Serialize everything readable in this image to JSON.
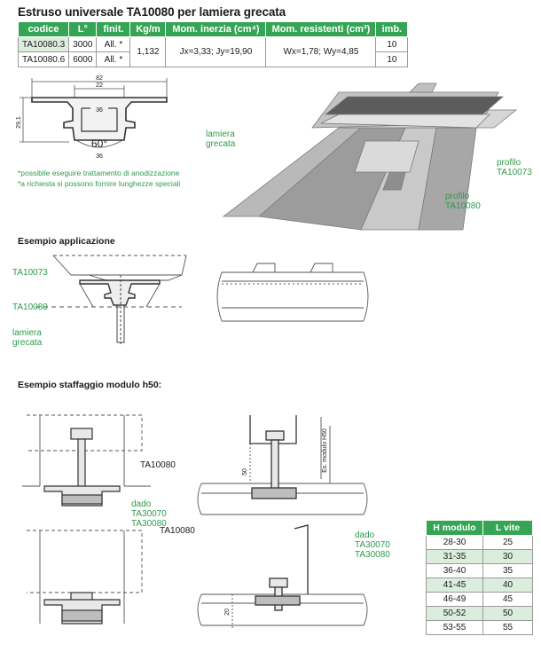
{
  "title": "Estruso universale TA10080 per lamiera grecata",
  "spec_table": {
    "headers": [
      "codice",
      "L°",
      "finit.",
      "Kg/m",
      "Mom. inerzia (cm⁴)",
      "Mom. resistenti (cm³)",
      "imb."
    ],
    "rows": [
      {
        "codice": "TA10080.3",
        "L": "3000",
        "finit": "All. *",
        "imb": "10"
      },
      {
        "codice": "TA10080.6",
        "L": "6000",
        "finit": "All. *",
        "imb": "10"
      }
    ],
    "kgm": "1,132",
    "inerzia": "Jx=3,33; Jy=19,90",
    "resistenti": "Wx=1,78; Wy=4,85"
  },
  "profile_dims": {
    "width_total": "82",
    "width_top": "22",
    "width_mid": "36",
    "width_bottom": "36",
    "height": "29,1",
    "angle": "60°"
  },
  "notes": [
    "*possibile eseguire trattamento di anodizzazione",
    "*a richiesta si possono fornire lunghezze speciali"
  ],
  "iso_labels": {
    "lamiera": "lamiera\ngrecata",
    "profilo1": "profilo\nTA10073",
    "profilo2": "profilo\nTA10080"
  },
  "section_applicazione": "Esempio applicazione",
  "app_labels": {
    "ta10073": "TA10073",
    "ta10080": "TA10080",
    "lamiera": "lamiera\ngrecata"
  },
  "section_staffaggio": "Esempio staffaggio modulo h50:",
  "staff_labels": {
    "ta10080_a": "TA10080",
    "dado_a": "dado\nTA30070\nTA30080",
    "es_modulo": "Es. modulo H50",
    "dim50": "50",
    "dim20": "20",
    "ta10080_b": "TA10080",
    "dado_b": "dado\nTA30070\nTA30080"
  },
  "hmodulo": {
    "headers": [
      "H modulo",
      "L vite"
    ],
    "rows": [
      [
        "28-30",
        "25"
      ],
      [
        "31-35",
        "30"
      ],
      [
        "36-40",
        "35"
      ],
      [
        "41-45",
        "40"
      ],
      [
        "46-49",
        "45"
      ],
      [
        "50-52",
        "50"
      ],
      [
        "53-55",
        "55"
      ]
    ]
  }
}
